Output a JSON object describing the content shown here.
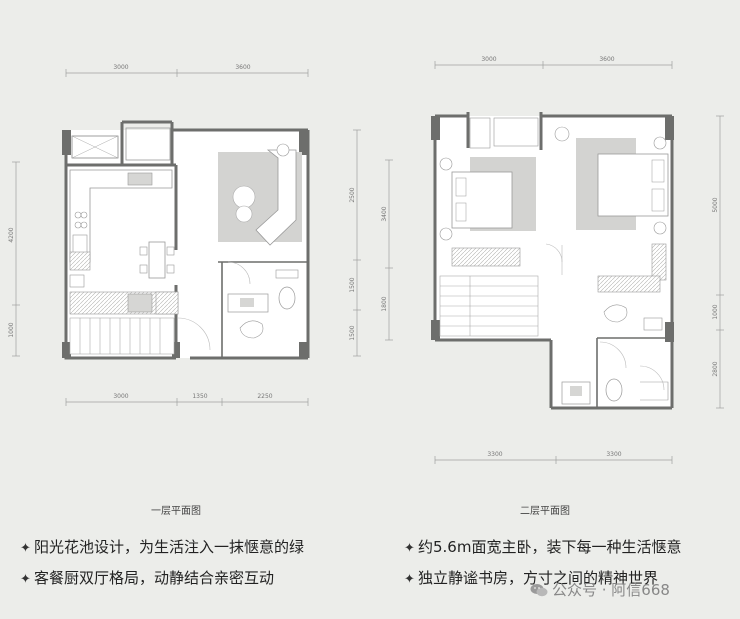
{
  "floor1": {
    "caption": "一层平面图",
    "dims_top": [
      "3000",
      "3600"
    ],
    "dims_bottom": [
      "3000",
      "1350",
      "2250"
    ],
    "dims_left": [
      "4200",
      "1000"
    ],
    "dims_right": [
      "2500",
      "1500",
      "1500"
    ]
  },
  "floor2": {
    "caption": "二层平面图",
    "dims_top": [
      "3000",
      "3600"
    ],
    "dims_bottom": [
      "3300",
      "3300"
    ],
    "dims_left": [
      "3400",
      "1800"
    ],
    "dims_right": [
      "5000",
      "1000",
      "2800"
    ]
  },
  "bullets": {
    "left": [
      "阳光花池设计，为生活注入一抹惬意的绿",
      "客餐厨双厅格局，动静结合亲密互动"
    ],
    "right": [
      "约5.6m面宽主卧，装下每一种生活惬意",
      "独立静谧书房，方寸之间的精神世界"
    ],
    "marker": "✦"
  },
  "watermark": {
    "text": "公众号 · 阿信668",
    "icon": "wechat-icon"
  },
  "colors": {
    "background": "#ecedea",
    "wall": "#6d6e6c",
    "rug": "#d3d3d1",
    "line": "#a0a09e"
  }
}
